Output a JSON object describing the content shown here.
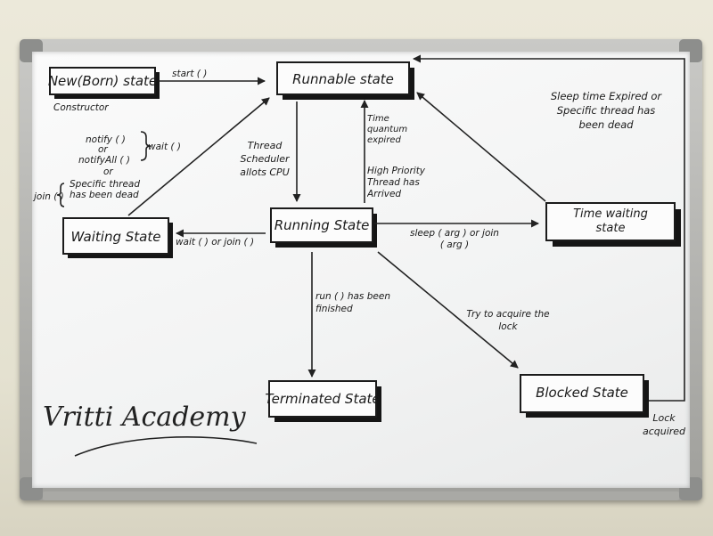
{
  "states": {
    "new": "New(Born) state",
    "runnable": "Runnable state",
    "running": "Running State",
    "waiting": "Waiting State",
    "time_waiting": "Time waiting state",
    "terminated": "Terminated State",
    "blocked": "Blocked State"
  },
  "labels": {
    "constructor": "Constructor",
    "start": "start ( )",
    "scheduler": "Thread Scheduler allots CPU",
    "time_quantum": "Time quantum expired",
    "high_priority": "High Priority Thread has Arrived",
    "notify": "notify ( )",
    "or1": "or",
    "notify_all": "notifyAll ( )",
    "or2": "or",
    "specific_thread": "Specific thread",
    "has_been_dead": "has been dead",
    "join_paren": "join ( )",
    "wait_brace": "wait ( )",
    "wait_or_join": "wait ( ) or join ( )",
    "sleep_or_join": "sleep ( arg ) or join ( arg )",
    "run_finished": "run ( ) has been finished",
    "try_lock": "Try to acquire the lock",
    "sleep_expired": "Sleep time Expired or Specific thread has been dead",
    "lock_acquired": "Lock acquired"
  },
  "brand": "Vritti Academy"
}
